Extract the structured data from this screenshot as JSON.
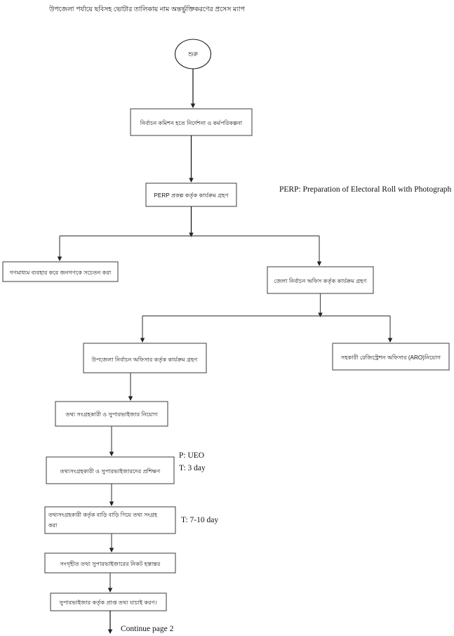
{
  "document": {
    "title": "উপজেলা পর্যায়ে ছবিসহ ভোটার তালিকায় নাম অন্তর্ভুক্তিকরণের প্রসেস ম্যাপ",
    "page_footer_note": "Continue page 2"
  },
  "legend": {
    "perp_expansion": "PERP: Preparation of Electoral Roll with Photograph"
  },
  "nodes": {
    "start": {
      "label": "শুরু",
      "shape": "ellipse"
    },
    "ec_directive": {
      "label": "নির্বাচন কমিশন হতে নির্দেশনা ও কর্মপরিকল্পনা",
      "shape": "rect"
    },
    "perp_project": {
      "label": "PERP প্রকল্প কর্তৃক কার্যক্রম গ্রহণ",
      "shape": "rect"
    },
    "media_awareness": {
      "label": "গণমাধ্যম ব্যবহার করে জনগণকে সচেতন করা",
      "shape": "rect"
    },
    "district_office": {
      "label": "জেলা নির্বাচন অফিস কর্তৃক কার্যক্রম গ্রহণ",
      "shape": "rect"
    },
    "upazila_officer": {
      "label": "উপজেলা নির্বাচন অফিসার কর্তৃক কার্যক্রম গ্রহণ",
      "shape": "rect"
    },
    "aro_appointment": {
      "label": "সহকারী রেজিস্ট্রেশন অফিসার (ARO)নিয়োগ",
      "shape": "rect"
    },
    "collector_supervisor_appointment": {
      "label": "তথ্য সংগ্রহকারী ও সুপারভাইজার নিয়োগ",
      "shape": "rect"
    },
    "training": {
      "label": "তথ্যসংগ্রহকারী ও সুপারভাইজারদের প্রশিক্ষণ",
      "shape": "rect"
    },
    "house_to_house": {
      "label_line1": "তথ্যসংগ্রহকারী কর্তৃক বাড়ি বাড়ি গিয়ে তথ্য সংগ্রহ",
      "label_line2": "করা",
      "shape": "rect"
    },
    "handover": {
      "label": "সংগৃহীত তথ্য সুপারভাইজারের নিকট হস্তান্তর",
      "shape": "rect"
    },
    "verification": {
      "label": "সুপারভাইজার কর্তৃক প্রাপ্ত তথ্য যাচাই করণ।",
      "shape": "rect"
    }
  },
  "annotations": {
    "training_person": "P: UEO",
    "training_time": "T: 3 day",
    "collection_time": "T: 7-10 day"
  },
  "colors": {
    "background": "#ffffff",
    "box_stroke": "#4d4d4d",
    "line": "#4d4d4d",
    "text": "#111111"
  }
}
